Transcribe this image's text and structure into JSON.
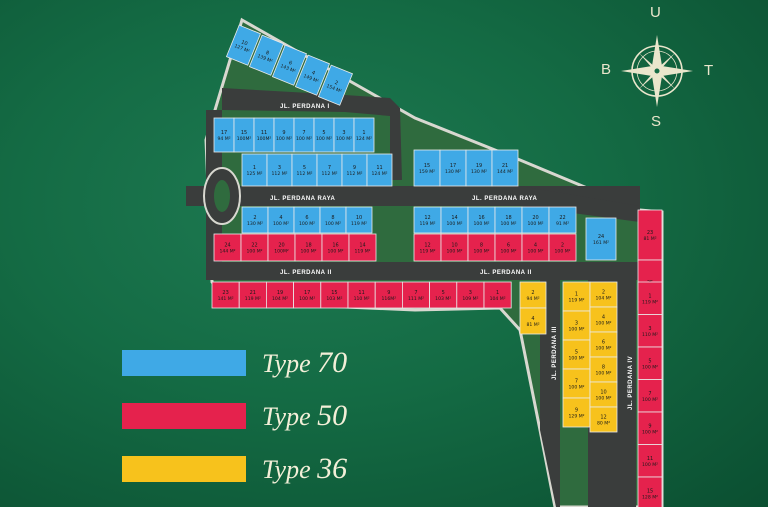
{
  "colors": {
    "type70": "#3fa9e6",
    "type50": "#e5224d",
    "type36": "#f7c21c",
    "road": "#3a3d3c",
    "park": "#2f6b3e",
    "outline": "#d8d8d0"
  },
  "compass": {
    "north": "U",
    "south": "S",
    "west": "B",
    "east": "T"
  },
  "legend": [
    {
      "word": "Type",
      "num": "70",
      "color": "#3fa9e6"
    },
    {
      "word": "Type",
      "num": "50",
      "color": "#e5224d"
    },
    {
      "word": "Type",
      "num": "36",
      "color": "#f7c21c"
    }
  ],
  "roads": {
    "perdana_1": "JL. PERDANA I",
    "perdana_raya_left": "JL. PERDANA RAYA",
    "perdana_raya_right": "JL. PERDANA RAYA",
    "perdana_2_left": "JL. PERDANA II",
    "perdana_2_right": "JL. PERDANA II",
    "perdana_3": "JL. PERDANA III",
    "perdana_4": "JL. PERDANA IV"
  },
  "blocks": [
    {
      "id": "top-row",
      "type": "type70",
      "lots": [
        {
          "n": "10",
          "a": "127 M²"
        },
        {
          "n": "8",
          "a": "139 M²"
        },
        {
          "n": "6",
          "a": "143 M²"
        },
        {
          "n": "4",
          "a": "149 M²"
        },
        {
          "n": "2",
          "a": "154 M²"
        }
      ]
    },
    {
      "id": "perdana1-south",
      "type": "type70",
      "lots": [
        {
          "n": "17",
          "a": "94 M²"
        },
        {
          "n": "15",
          "a": "100M²"
        },
        {
          "n": "11",
          "a": "100M²"
        },
        {
          "n": "9",
          "a": "100 M²"
        },
        {
          "n": "7",
          "a": "100 M²"
        },
        {
          "n": "5",
          "a": "100 M²"
        },
        {
          "n": "3",
          "a": "100 M²"
        },
        {
          "n": "1",
          "a": "124 M²"
        }
      ]
    },
    {
      "id": "perdana1-back",
      "type": "type70",
      "lots": [
        {
          "n": "1",
          "a": "125 M²"
        },
        {
          "n": "3",
          "a": "112 M²"
        },
        {
          "n": "5",
          "a": "112 M²"
        },
        {
          "n": "7",
          "a": "112 M²"
        },
        {
          "n": "9",
          "a": "112 M²"
        },
        {
          "n": "11",
          "a": "124 M²"
        }
      ]
    },
    {
      "id": "raya-north-right",
      "type": "type70",
      "lots": [
        {
          "n": "15",
          "a": "159 M²"
        },
        {
          "n": "17",
          "a": "130 M²"
        },
        {
          "n": "19",
          "a": "130 M²"
        },
        {
          "n": "21",
          "a": "144 M²"
        }
      ]
    },
    {
      "id": "raya-south-left",
      "type": "type70",
      "lots": [
        {
          "n": "2",
          "a": "130 M²"
        },
        {
          "n": "4",
          "a": "100 M²"
        },
        {
          "n": "6",
          "a": "100 M²"
        },
        {
          "n": "8",
          "a": "100 M²"
        },
        {
          "n": "10",
          "a": "119 M²"
        }
      ]
    },
    {
      "id": "raya-south-right",
      "type": "type70",
      "lots": [
        {
          "n": "12",
          "a": "119 M²"
        },
        {
          "n": "14",
          "a": "100 M²"
        },
        {
          "n": "16",
          "a": "100 M²"
        },
        {
          "n": "18",
          "a": "100 M²"
        },
        {
          "n": "20",
          "a": "100 M²"
        },
        {
          "n": "22",
          "a": "91 M²"
        }
      ]
    },
    {
      "id": "corner-24",
      "type": "type70",
      "lots": [
        {
          "n": "24",
          "a": "161 M²"
        }
      ]
    },
    {
      "id": "perdana2-north-left",
      "type": "type50",
      "lots": [
        {
          "n": "24",
          "a": "144 M²"
        },
        {
          "n": "22",
          "a": "100 M²"
        },
        {
          "n": "20",
          "a": "100M²"
        },
        {
          "n": "18",
          "a": "100 M²"
        },
        {
          "n": "16",
          "a": "100 M²"
        },
        {
          "n": "14",
          "a": "119 M²"
        }
      ]
    },
    {
      "id": "perdana2-north-right",
      "type": "type50",
      "lots": [
        {
          "n": "12",
          "a": "119 M²"
        },
        {
          "n": "10",
          "a": "100 M²"
        },
        {
          "n": "8",
          "a": "100 M²"
        },
        {
          "n": "6",
          "a": "100 M²"
        },
        {
          "n": "4",
          "a": "100 M²"
        },
        {
          "n": "2",
          "a": "100 M²"
        }
      ]
    },
    {
      "id": "perdana2-south",
      "type": "type50",
      "lots": [
        {
          "n": "23",
          "a": "141 M²"
        },
        {
          "n": "21",
          "a": "119 M²"
        },
        {
          "n": "19",
          "a": "104 M²"
        },
        {
          "n": "17",
          "a": "100 M²"
        },
        {
          "n": "15",
          "a": "103 M²"
        },
        {
          "n": "11",
          "a": "110 M²"
        },
        {
          "n": "9",
          "a": "116M²"
        },
        {
          "n": "7",
          "a": "111 M²"
        },
        {
          "n": "5",
          "a": "103 M²"
        },
        {
          "n": "3",
          "a": "109 M²"
        },
        {
          "n": "1",
          "a": "104 M²"
        }
      ]
    },
    {
      "id": "east-column-top",
      "type": "type50",
      "lots": [
        {
          "n": "23",
          "a": "81 M²"
        },
        {
          "n": "25",
          "a": "109 M²"
        }
      ]
    },
    {
      "id": "east-column",
      "type": "type50",
      "lots": [
        {
          "n": "1",
          "a": "119 M²"
        },
        {
          "n": "3",
          "a": "110 M²"
        },
        {
          "n": "5",
          "a": "100 M²"
        },
        {
          "n": "7",
          "a": "100 M²"
        },
        {
          "n": "9",
          "a": "100 M²"
        },
        {
          "n": "11",
          "a": "100 M²"
        },
        {
          "n": "15",
          "a": "128 M²"
        }
      ]
    },
    {
      "id": "type36-west",
      "type": "type36",
      "lots": [
        {
          "n": "2",
          "a": "94 M²"
        },
        {
          "n": "4",
          "a": "81 M²"
        }
      ]
    },
    {
      "id": "type36-left",
      "type": "type36",
      "lots": [
        {
          "n": "1",
          "a": "119 M²"
        },
        {
          "n": "3",
          "a": "100 M²"
        },
        {
          "n": "5",
          "a": "100 M²"
        },
        {
          "n": "7",
          "a": "100 M²"
        },
        {
          "n": "9",
          "a": "129 M²"
        }
      ]
    },
    {
      "id": "type36-right",
      "type": "type36",
      "lots": [
        {
          "n": "2",
          "a": "104 M²"
        },
        {
          "n": "4",
          "a": "100 M²"
        },
        {
          "n": "6",
          "a": "100 M²"
        },
        {
          "n": "8",
          "a": "100 M²"
        },
        {
          "n": "10",
          "a": "100 M²"
        },
        {
          "n": "12",
          "a": "80 M²"
        }
      ]
    }
  ]
}
